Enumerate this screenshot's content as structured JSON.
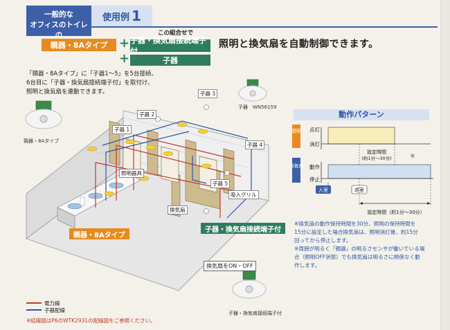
{
  "header": {
    "title_line1": "一般的な",
    "title_line2": "オフィスのトイレの",
    "example_label": "使用例",
    "example_number": "1"
  },
  "combo": {
    "note": "この組合せで",
    "main_device": "親器・8Aタイプ",
    "sub_terminal": "子器・換気扇接続端子付",
    "sub_device": "子器",
    "plus": "+"
  },
  "headline": "照明と換気扇を自動制御できます。",
  "description": [
    "「親器・8Aタイプ」に「子器1～5」を5台接続、",
    "6台目に「子器・換気扇接続端子付」を取付け、",
    "照明と換気扇を連動できます。"
  ],
  "sensors": {
    "main_label": "親器・8Aタイプ",
    "sub_label": "子器　WN56159",
    "terminal_label": "子器・換気扇接続端子付"
  },
  "diagram": {
    "child_labels": [
      "子器 1",
      "子器 2",
      "子器 3",
      "子器 4",
      "子器 5"
    ],
    "lighting_fixture": "照明器具",
    "intake_grille": "吸入グリル",
    "fan": "換気扇",
    "callout_main": "親器・8Aタイプ",
    "callout_terminal": "子器・換気扇接続端子付",
    "fan_onoff": "換気扇をON・OFF"
  },
  "legend": {
    "power": "電力線",
    "signal": "子器配線",
    "power_color": "#c0392b",
    "signal_color": "#2f56a3"
  },
  "footnote": "※結線図はP6のWTK2931の配線図をご参照ください。",
  "pattern": {
    "title": "動作パターン",
    "light_label": "照明",
    "light_on": "点灯",
    "light_off": "消灯",
    "fan_label": "換気扇",
    "fan_on": "動作",
    "fan_off": "停止",
    "enter": "入室",
    "exit": "退室",
    "set_time_short": "設定時間",
    "set_time_short_range": "(約1分～30分)",
    "set_time_long": "設定時間（約1分～30分）",
    "asterisk": "※"
  },
  "notes": [
    "※換気扇の動作保持時間を30分、照明の保持時間を",
    "15分に設定した場合換気扇は、照明消灯後、約15分",
    "回ってから停止します。",
    "※周囲が明るく「親器」の明るさセンサが働いている場",
    "合（照明OFF状態）でも換気扇は明るさに関係なく動",
    "作します。"
  ]
}
